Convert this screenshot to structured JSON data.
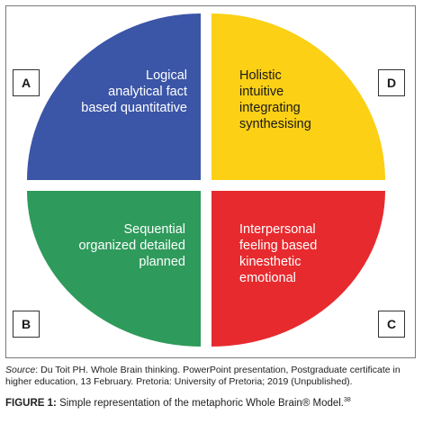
{
  "quadrants": {
    "A": {
      "letter": "A",
      "color": "#3b55a7",
      "lines": [
        "Logical",
        "analytical fact",
        "based quantitative"
      ]
    },
    "D": {
      "letter": "D",
      "color": "#fbd015",
      "lines": [
        "Holistic",
        "intuitive",
        "integrating",
        "synthesising"
      ]
    },
    "B": {
      "letter": "B",
      "color": "#2e9a5b",
      "lines": [
        "Sequential",
        "organized detailed",
        "planned"
      ]
    },
    "C": {
      "letter": "C",
      "color": "#e72a2e",
      "lines": [
        "Interpersonal",
        "feeling based",
        "kinesthetic",
        "emotional"
      ]
    }
  },
  "source": {
    "label": "Source",
    "text": ": Du Toit PH. Whole Brain thinking. PowerPoint presentation, Postgraduate certificate in higher education, 13 February. Pretoria: University of Pretoria; 2019 (Unpublished)."
  },
  "caption": {
    "label": "FIGURE 1:",
    "text": " Simple representation of the metaphoric Whole Brain® Model.",
    "ref": "38"
  }
}
